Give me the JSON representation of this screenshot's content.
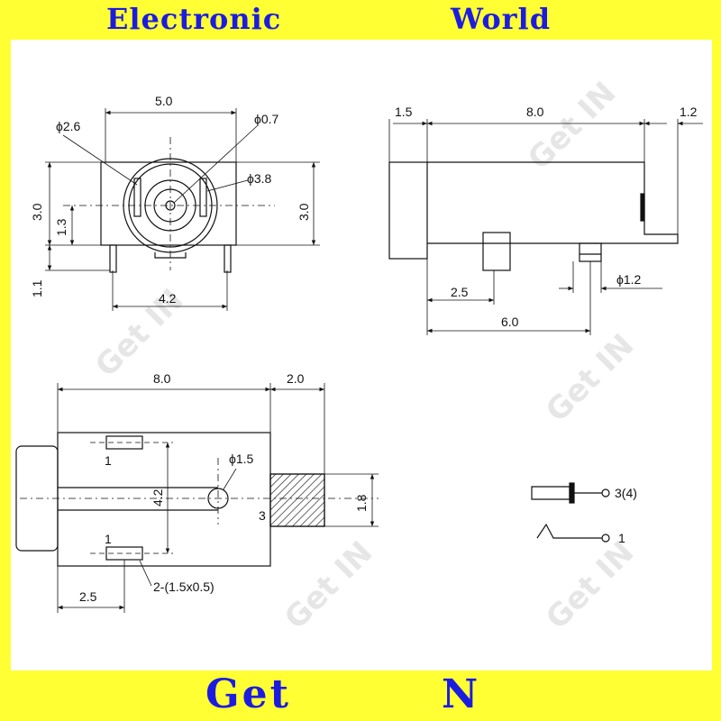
{
  "banner": {
    "top_left": "Electronic",
    "top_right": "World",
    "bottom_left": "Get",
    "bottom_right": "N"
  },
  "watermark": "Get IN",
  "colors": {
    "banner_background": "#ffff33",
    "banner_text": "#1c1ce0",
    "drawing_background": "#ffffff",
    "line": "#111111"
  },
  "front_view": {
    "width": "5.0",
    "hole_outer": "ϕ2.6",
    "pin_hole": "ϕ0.7",
    "body_dia": "ϕ3.8",
    "height_left": "3.0",
    "height_right": "3.0",
    "center_height": "1.3",
    "leg": "1.1",
    "pin_span": "4.2"
  },
  "side_view": {
    "front_lip": "1.5",
    "length": "8.0",
    "tail": "1.2",
    "pin_offset": "2.5",
    "pin_dia": "ϕ1.2",
    "pin_span": "6.0"
  },
  "bottom_view": {
    "length": "8.0",
    "tab": "2.0",
    "hole_dia": "ϕ1.5",
    "slot_span": "4.2",
    "tab_height": "1.8",
    "pin_label_top": "1",
    "pin_label_bottom": "1",
    "pin_label_side": "3",
    "offset": "2.5",
    "slot_spec": "2-(1.5x0.5)"
  },
  "schematic": {
    "tip_label": "3(4)",
    "switch_label": "1"
  }
}
